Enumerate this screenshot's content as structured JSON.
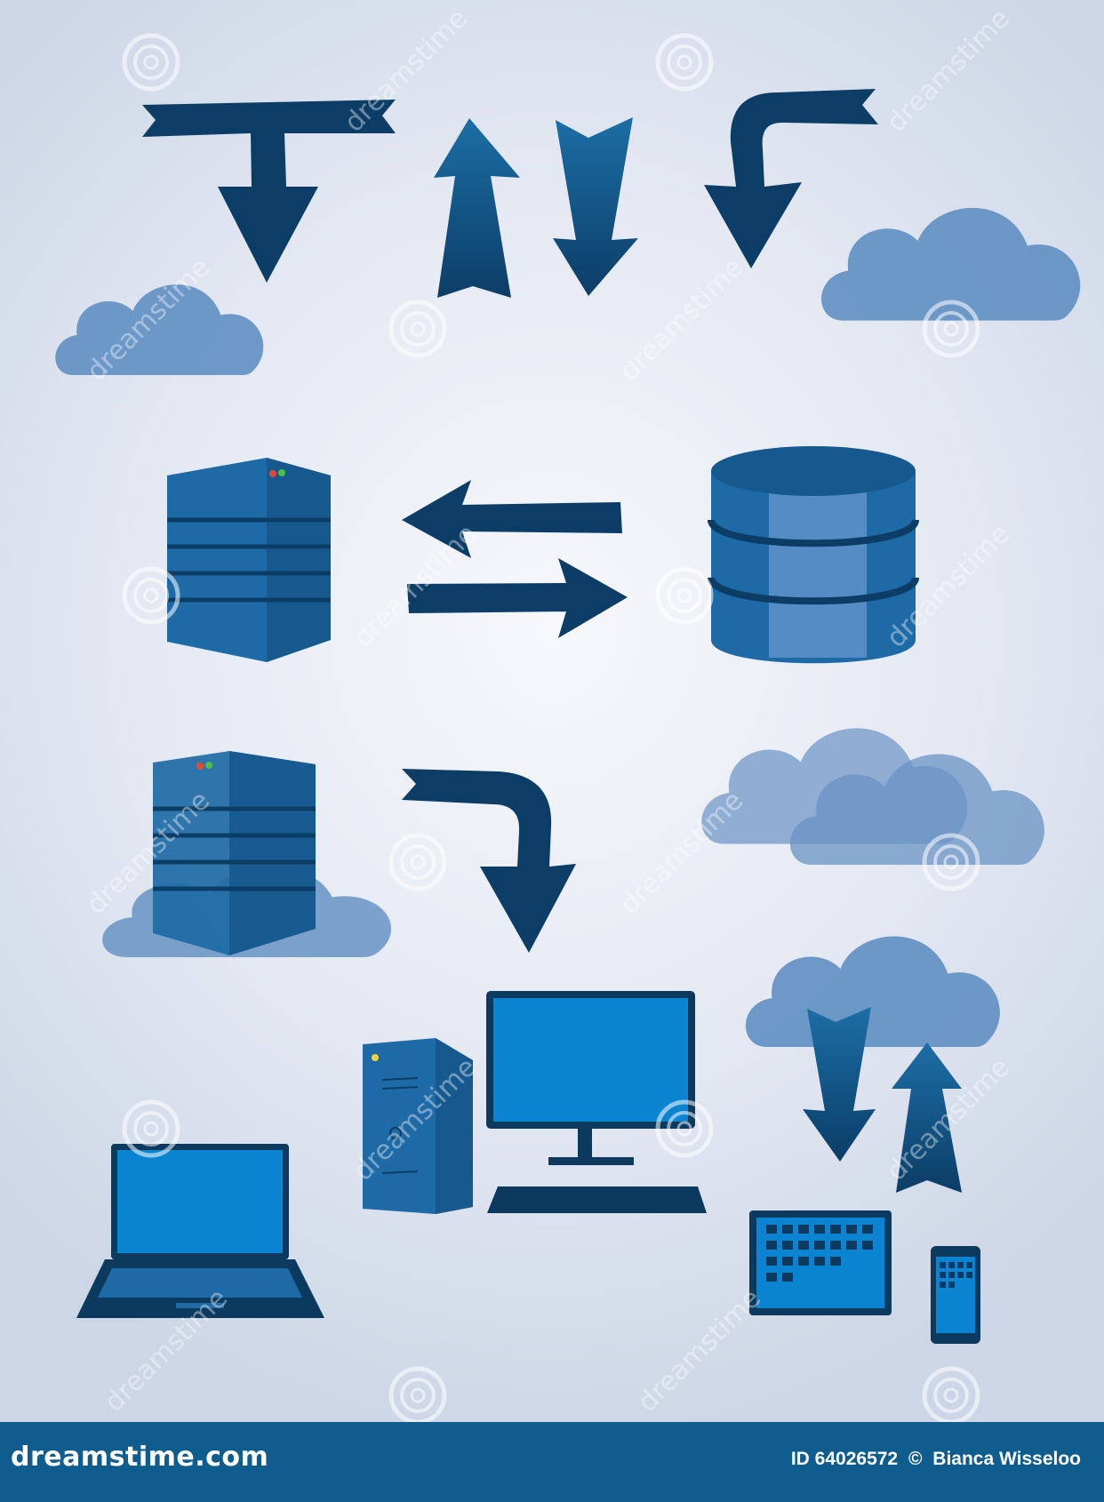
{
  "image": {
    "subject": "network and cloud computing clip-art set",
    "colors": {
      "dark_arrow": "#0c3d66",
      "arrow_light": "#1d70a8",
      "cloud": "#5f8fc2",
      "server": "#1e6aa6",
      "screen": "#0a84d0",
      "device_outline": "#0b3a5e",
      "footer": "#0f5d8e"
    },
    "icons": [
      "t-split-arrow-icon",
      "up-arrow-icon",
      "down-arrow-icon",
      "bent-arrow-icon",
      "cloud-icon",
      "server-tower-icon",
      "swap-arrows-icon",
      "database-icon",
      "server-on-cloud-icon",
      "double-cloud-icon",
      "laptop-icon",
      "desktop-computer-icon",
      "cloud-sync-icon",
      "tablet-icon",
      "smartphone-icon"
    ]
  },
  "watermark": {
    "text": "dreamstime"
  },
  "footer": {
    "brand": "dreamstime.com",
    "id_label": "ID 64026572",
    "copyright_symbol": "©",
    "author": "Bianca Wisseloo"
  }
}
